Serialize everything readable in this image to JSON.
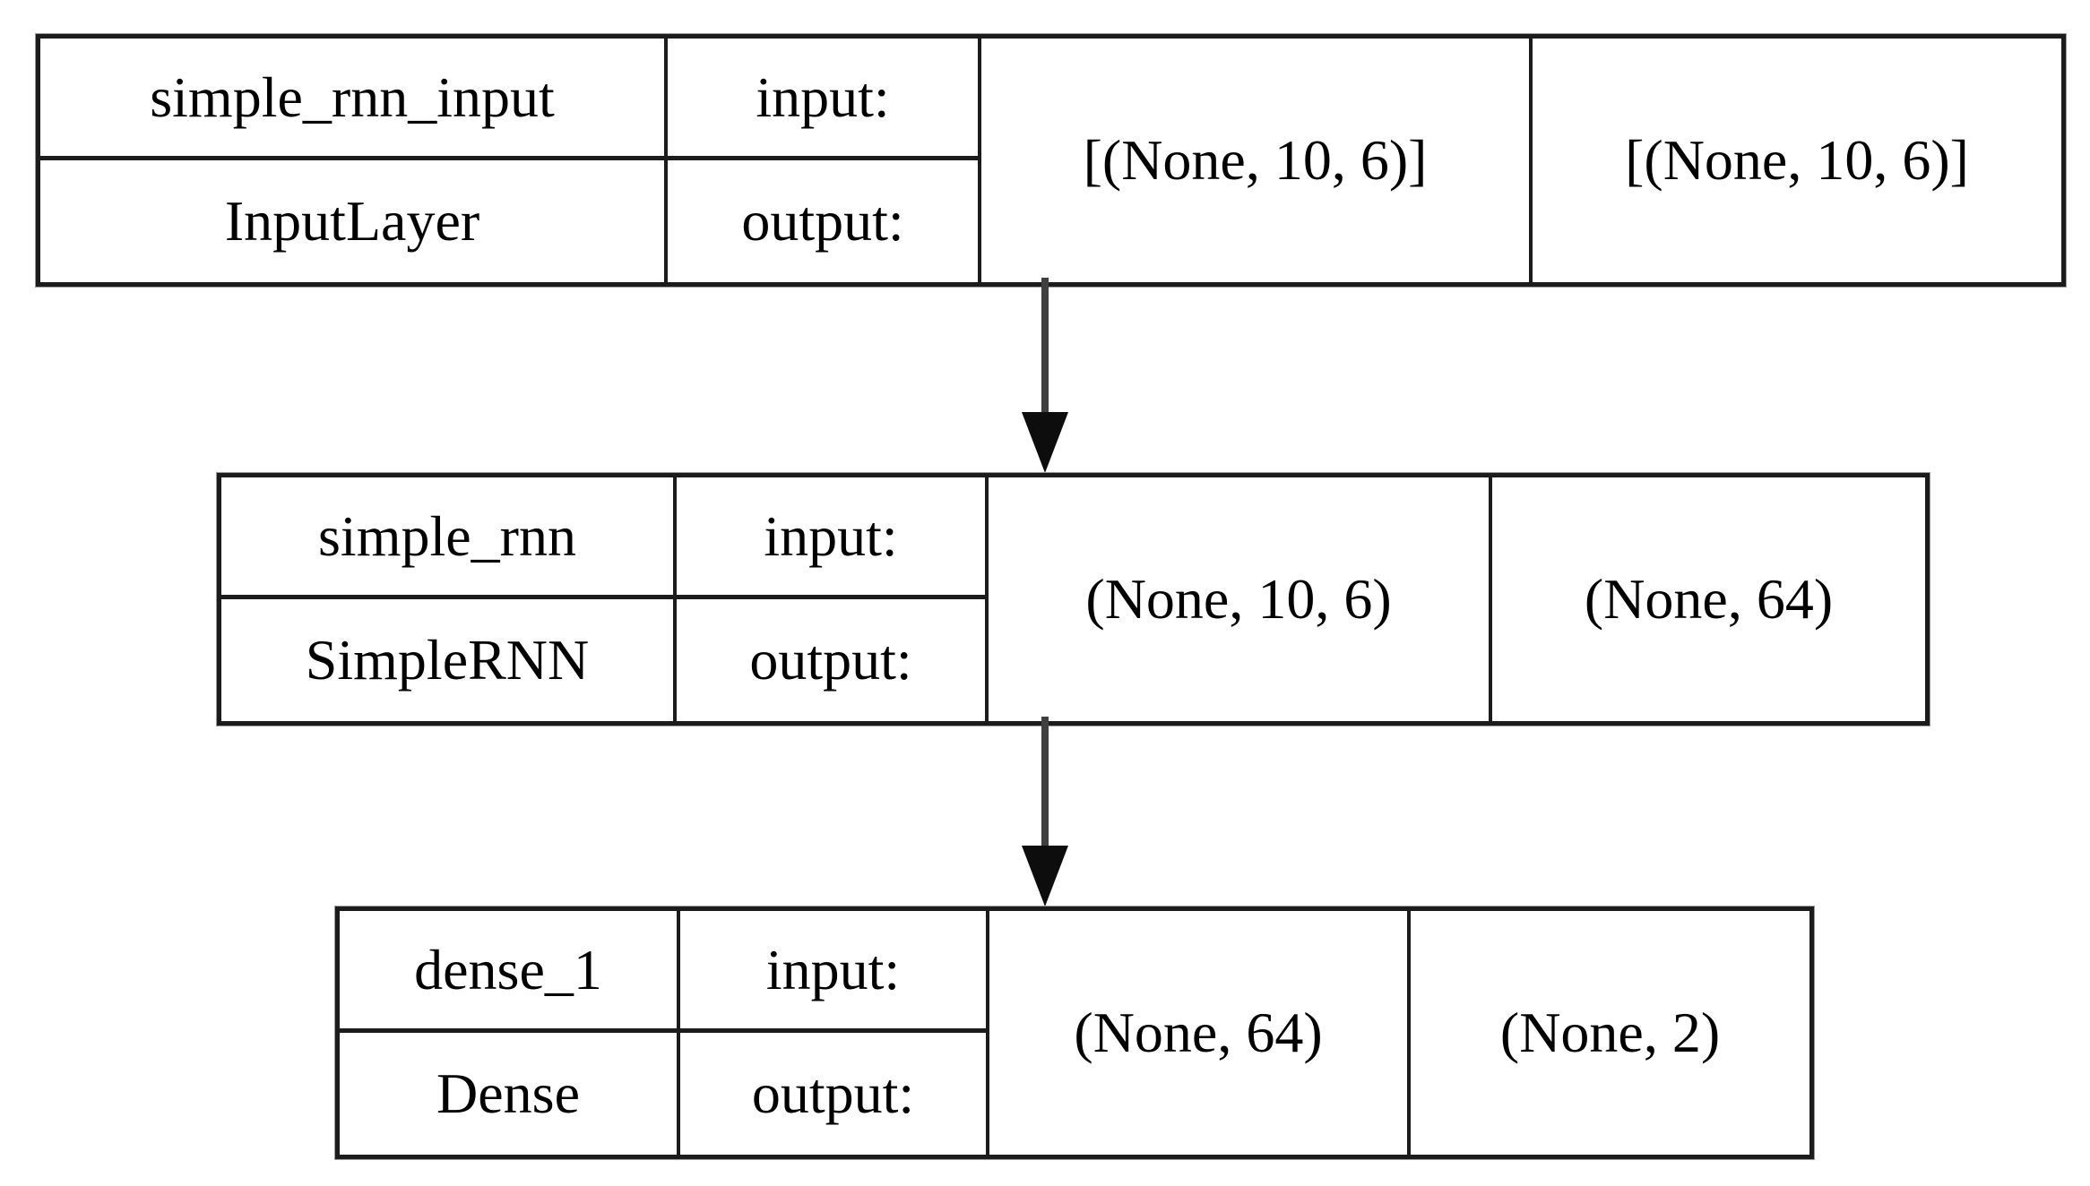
{
  "diagram": {
    "layers": [
      {
        "name": "simple_rnn_input",
        "type": "InputLayer",
        "input_label": "input:",
        "output_label": "output:",
        "input_shape": "[(None, 10, 6)]",
        "output_shape": "[(None, 10, 6)]"
      },
      {
        "name": "simple_rnn",
        "type": "SimpleRNN",
        "input_label": "input:",
        "output_label": "output:",
        "input_shape": "(None, 10, 6)",
        "output_shape": "(None, 64)"
      },
      {
        "name": "dense_1",
        "type": "Dense",
        "input_label": "input:",
        "output_label": "output:",
        "input_shape": "(None, 64)",
        "output_shape": "(None, 2)"
      }
    ],
    "edges": [
      {
        "from": "simple_rnn_input",
        "to": "simple_rnn"
      },
      {
        "from": "simple_rnn",
        "to": "dense_1"
      }
    ],
    "colors": {
      "background": "#ffffff",
      "border": "#1c1c1c",
      "text": "#000000",
      "arrow_line": "#3f3f3f",
      "arrow_head": "#0d0d0d"
    }
  }
}
